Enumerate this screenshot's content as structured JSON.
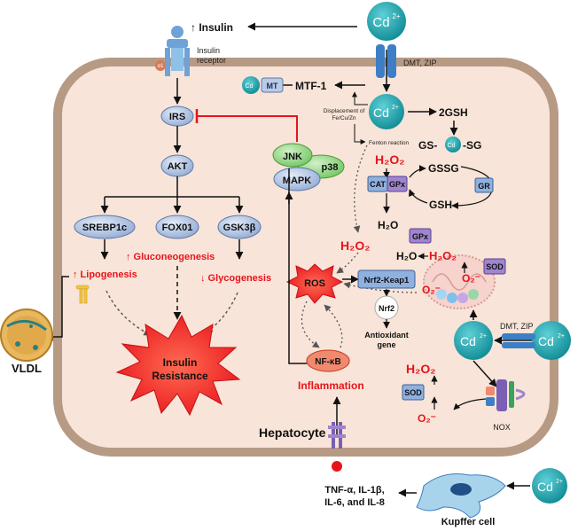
{
  "labels": {
    "insulin": "↑ Insulin",
    "insulin_receptor_1": "Insulin",
    "insulin_receptor_2": "receptor",
    "dmt_zip_top": "DMT, ZIP",
    "dmt_zip_right": "DMT, ZIP",
    "cd": "Cd",
    "cd_charge": "2+",
    "mt": "MT",
    "mtf1": "MTF-1",
    "displacement_1": "Displacement of",
    "displacement_2": "Fe/Cu/Zn",
    "fenton": "Fenton reaction",
    "two_gsh": "2GSH",
    "gs_left": "GS-",
    "gs_right": "-SG",
    "irs": "IRS",
    "akt": "AKT",
    "jnk": "JNK",
    "p38": "p38",
    "mapk": "MAPK",
    "srebp1c": "SREBP1c",
    "foxo1": "FOX01",
    "gsk3b": "GSK3β",
    "lipogenesis": "↑ Lipogenesis",
    "gluconeogenesis": "↑ Gluconeogenesis",
    "glycogenesis": "↓ Glycogenesis",
    "h2o2_top": "H₂O₂",
    "cat": "CAT",
    "gpx": "GPx",
    "gssg": "GSSG",
    "gr": "GR",
    "gsh": "GSH",
    "h2o_1": "H₂O",
    "h2o2_mid": "H₂O₂",
    "gpx_mito": "GPx",
    "h2o_mito": "H₂O",
    "h2o2_mito": "H₂O₂",
    "sod_mito": "SOD",
    "o2_mito_1": "O₂⁻",
    "o2_mito_2": "O₂⁻",
    "ros": "ROS",
    "nrf2_keap1": "Nrf2-Keap1",
    "nrf2": "Nrf2",
    "antioxidant_1": "Antioxidant",
    "antioxidant_2": "gene",
    "insulin_resistance_1": "Insulin",
    "insulin_resistance_2": "Resistance",
    "vldl": "VLDL",
    "nfkb": "NF-κB",
    "inflammation": "Inflammation",
    "hepatocyte": "Hepatocyte",
    "h2o2_nox": "H₂O₂",
    "sod_nox": "SOD",
    "o2_nox": "O₂⁻",
    "nox": "NOX",
    "cytokines_1": "TNF-α, IL-1β,",
    "cytokines_2": "IL-6, and IL-8",
    "kupffer": "Kupffer cell",
    "receptor_badge": "α1"
  },
  "colors": {
    "cell_fill": "#f8e4d8",
    "cell_border": "#b79a84",
    "cd_teal": "#1aa3ad",
    "node_blue": "#b9cbe8",
    "node_green": "#9bd68e",
    "accent_red": "#e8141c"
  }
}
